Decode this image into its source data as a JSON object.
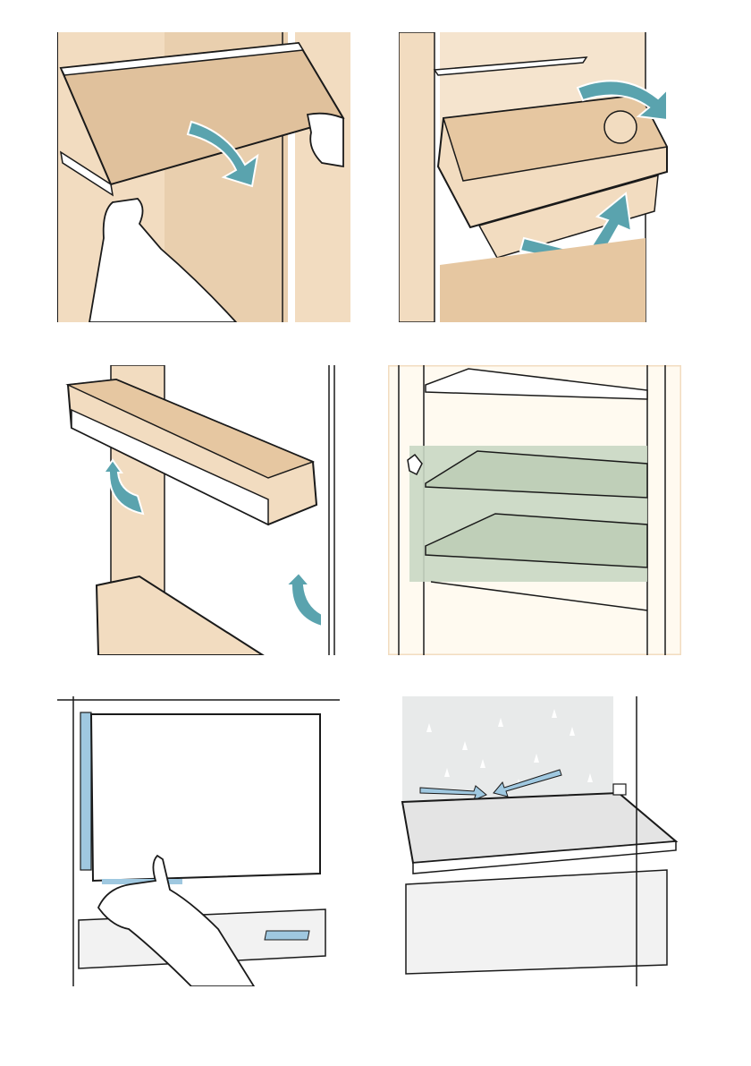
{
  "page": {
    "panels": [
      {
        "id": "p1",
        "subject": "shelf-removal"
      },
      {
        "id": "p2",
        "subject": "drawer-removal"
      },
      {
        "id": "p3",
        "subject": "door-bin-removal"
      },
      {
        "id": "p4",
        "subject": "glass-shelves"
      },
      {
        "id": "p5",
        "subject": "cover-plate"
      },
      {
        "id": "p6",
        "subject": "defrost-drain"
      }
    ],
    "step_labels": [
      "",
      ""
    ]
  },
  "colors": {
    "beige": "#f2dcc0",
    "beige_dark": "#e6c7a1",
    "teal_arrow": "#5aa3ae",
    "glass_green": "#c9d7c3",
    "light_blue": "#9fc8e0",
    "skin": "#ffffff",
    "outline": "#1a1a1a"
  }
}
